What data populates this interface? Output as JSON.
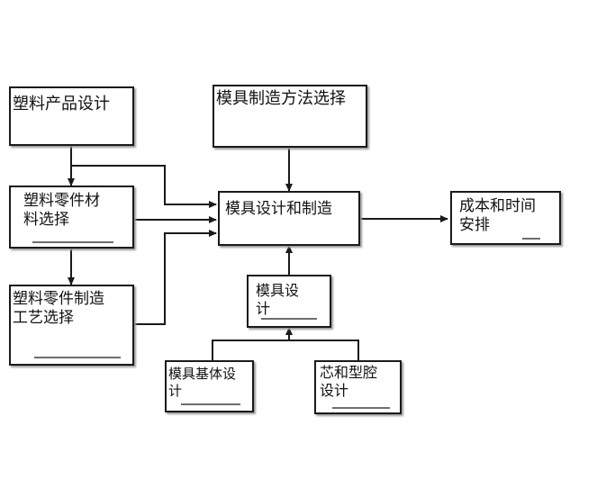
{
  "nodes": {
    "plastic_product_design": "塑料产品设计",
    "mold_method_selection": "模具制造方法选择",
    "part_material_selection": "塑料零件材\n料选择",
    "mold_design_and_manufacture": "模具设计和制造",
    "cost_and_schedule": "成本和时间\n安排",
    "part_process_selection": "塑料零件制造\n工艺选择",
    "mold_design": "模具设\n计",
    "mold_base_design": "模具基体设\n计",
    "core_cavity_design": "芯和型腔\n设计"
  },
  "colors": {
    "line": "#1a1a1a",
    "box_border": "#1a1a1a",
    "text": "#111111"
  }
}
